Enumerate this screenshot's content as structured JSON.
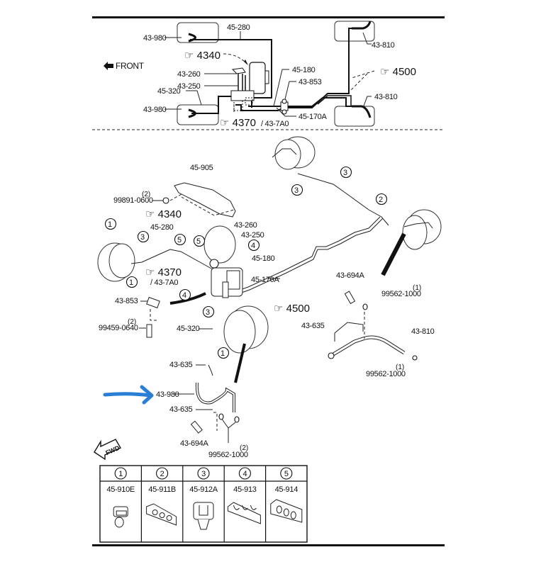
{
  "top_diagram": {
    "front_label": "FRONT",
    "labels": {
      "fl_hose": "43-980",
      "rl_hose": "43-980",
      "pipe_45_280": "45-280",
      "ref_4340": "4340",
      "pipe_43_260": "43-260",
      "pipe_43_250": "43-250",
      "pipe_45_320": "45-320",
      "ref_4370": "4370",
      "ref_43_7a0": "/ 43-7A0",
      "pipe_45_180": "45-180",
      "pipe_43_853": "43-853",
      "pipe_45_170a": "45-170A",
      "ref_4500": "4500",
      "rear_hose_top": "43-810",
      "rear_hose_bottom": "43-810"
    }
  },
  "detail_diagram": {
    "labels": {
      "p45_905": "45-905",
      "p99891": "99891-0600",
      "p99891_qty": "(2)",
      "ref_4340": "4340",
      "p45_280": "45-280",
      "p43_260": "43-260",
      "p43_250": "43-250",
      "p45_180": "45-180",
      "ref_4370": "4370",
      "ref_43_7a0": "/ 43-7A0",
      "p45_170a": "45-170A",
      "p43_853": "43-853",
      "p99459": "99459-0640",
      "p99459_qty": "(2)",
      "p45_320": "45-320",
      "ref_4500": "4500",
      "p43_694a_rear": "43-694A",
      "p99562_rear_top": "99562-1000",
      "p99562_rear_top_qty": "(1)",
      "p43_635_rear": "43-635",
      "p43_810": "43-810",
      "p99562_rear_bottom": "99562-1000",
      "p99562_rear_bottom_qty": "(1)",
      "p43_635_front_top": "43-635",
      "p43_980": "43-980",
      "p43_635_front_bottom": "43-635",
      "p43_694a_front": "43-694A",
      "p99562_front": "99562-1000",
      "p99562_front_qty": "(2)",
      "fwd": "FWD"
    },
    "clip_callouts": [
      "1",
      "1",
      "1",
      "1",
      "2",
      "3",
      "3",
      "3",
      "3",
      "4",
      "4",
      "5",
      "5"
    ],
    "highlight_color": "#2a7fd4"
  },
  "clip_table": {
    "columns": [
      {
        "number": "1",
        "part": "45-910E"
      },
      {
        "number": "2",
        "part": "45-911B"
      },
      {
        "number": "3",
        "part": "45-912A"
      },
      {
        "number": "4",
        "part": "45-913"
      },
      {
        "number": "5",
        "part": "45-914"
      }
    ]
  }
}
